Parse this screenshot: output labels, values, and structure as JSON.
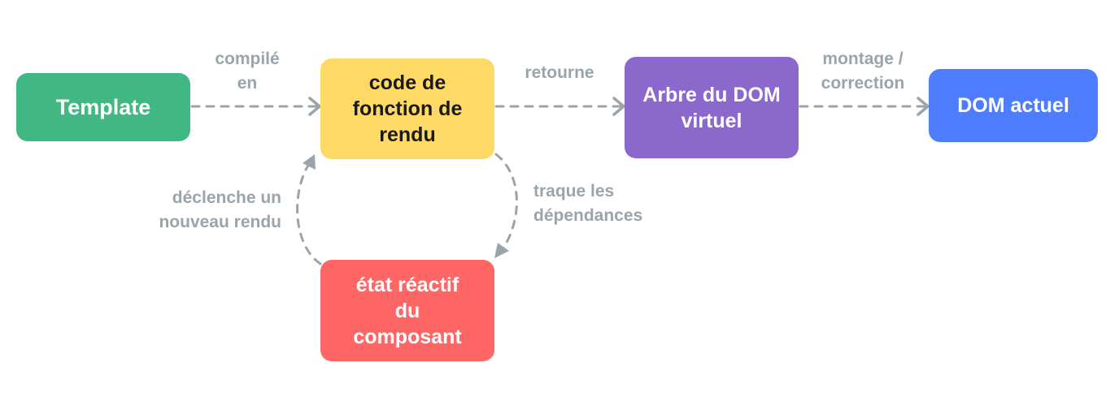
{
  "nodes": {
    "template": {
      "label": "Template",
      "color": "#41b883",
      "text_color": "#ffffff"
    },
    "render_code": {
      "label": "code de\nfonction de\nrendu",
      "color": "#ffd966",
      "text_color": "#1a1a1a"
    },
    "vdom": {
      "label": "Arbre du DOM\nvirtuel",
      "color": "#8c67cc",
      "text_color": "#ffffff"
    },
    "real_dom": {
      "label": "DOM actuel",
      "color": "#4f7dff",
      "text_color": "#ffffff"
    },
    "reactive_state": {
      "label": "état réactif\ndu\ncomposant",
      "color": "#ff6666",
      "text_color": "#ffffff"
    }
  },
  "edges": {
    "compiled": {
      "label": "compilé\nen"
    },
    "returns": {
      "label": "retourne"
    },
    "mount": {
      "label": "montage /\ncorrection"
    },
    "tracks": {
      "label": "traque les\ndépendances"
    },
    "triggers": {
      "label": "déclenche un\nnouveau rendu"
    }
  },
  "colors": {
    "arrow": "#9aa4ab"
  }
}
